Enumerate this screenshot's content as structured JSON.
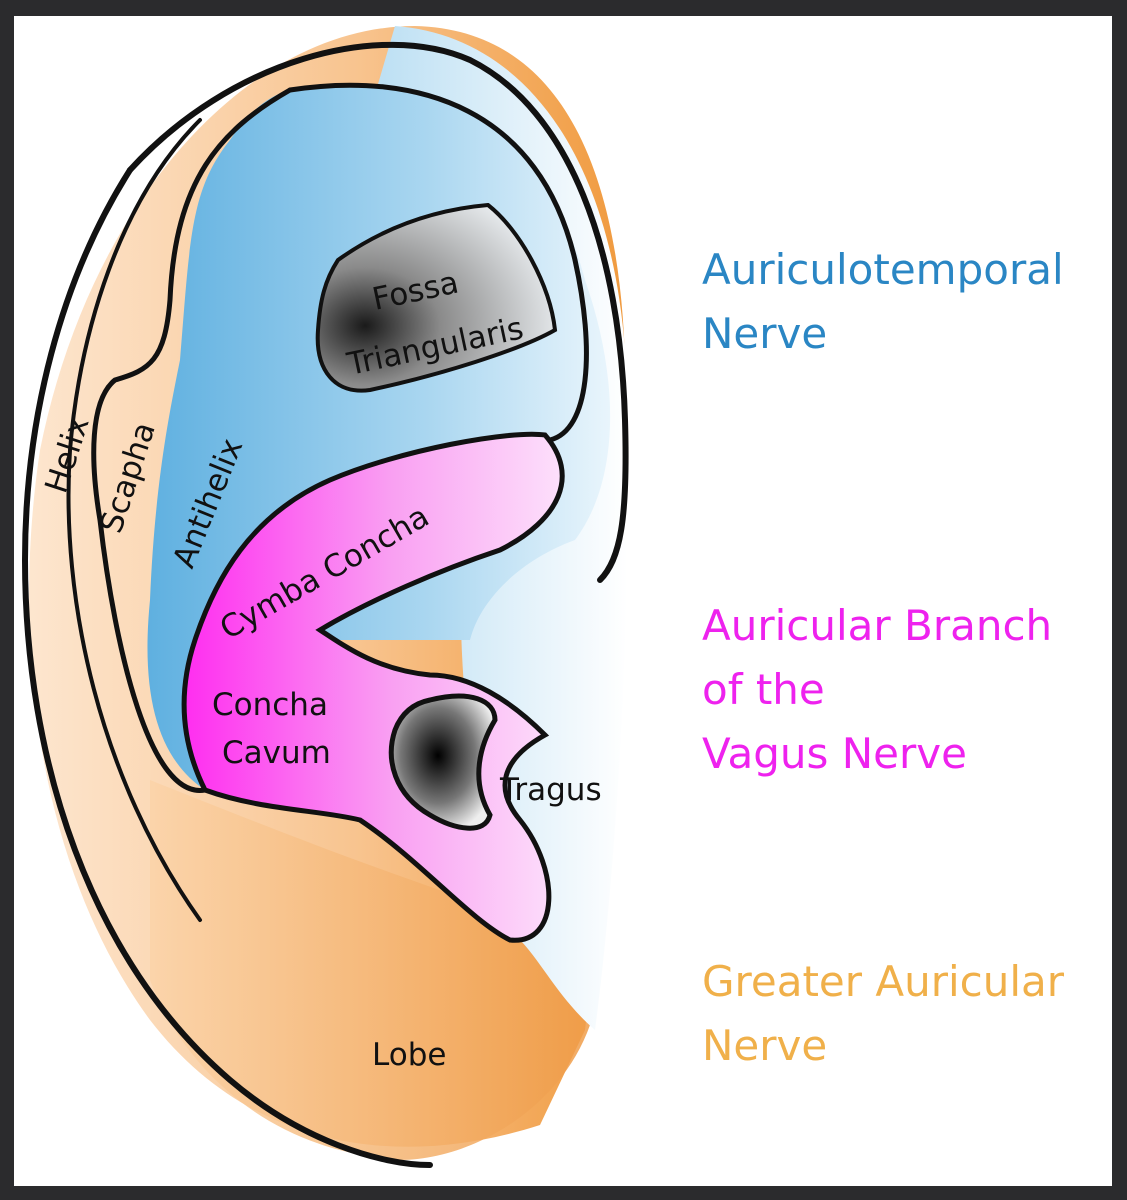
{
  "colors": {
    "auriculotemporal": "#2a86c4",
    "vagus": "#ee22ee",
    "greater_auricular": "#f0b04a",
    "outline": "#111111",
    "background": "#2b2b2d"
  },
  "regions": {
    "helix": "Helix",
    "scapha": "Scapha",
    "antihelix": "Antihelix",
    "fossa_triangularis": [
      "Fossa",
      "Triangularis"
    ],
    "cymba_concha": "Cymba Concha",
    "concha_cavum": [
      "Concha",
      "Cavum"
    ],
    "tragus": "Tragus",
    "lobe": "Lobe"
  },
  "nerves": {
    "auriculotemporal": [
      "Auriculotemporal",
      "Nerve"
    ],
    "vagus": [
      "Auricular Branch",
      "of the",
      "Vagus Nerve"
    ],
    "greater_auricular": [
      "Greater Auricular",
      "Nerve"
    ]
  }
}
